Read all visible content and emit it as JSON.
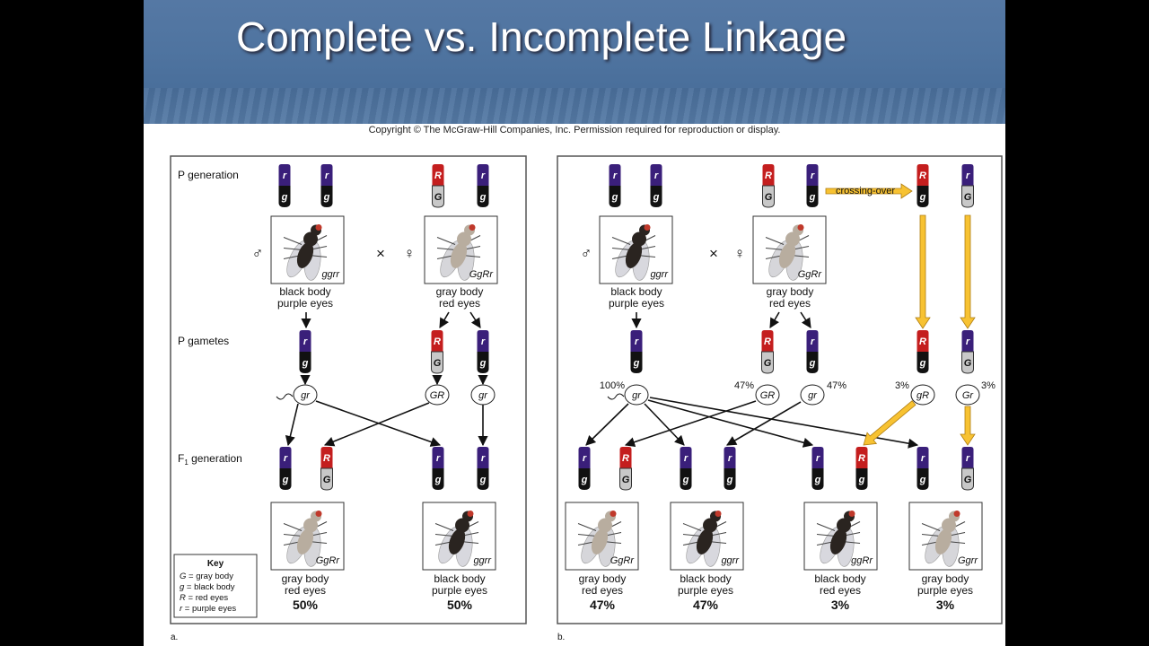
{
  "title": "Complete vs. Incomplete Linkage",
  "copyright": "Copyright © The McGraw-Hill Companies, Inc. Permission required for reproduction or display.",
  "panel_a": {
    "label": "a.",
    "row_labels": {
      "p_generation": "P generation",
      "p_gametes": "P gametes",
      "f1_prefix": "F",
      "f1_sub": "1",
      "f1_suffix": " generation"
    },
    "male_symbol": "♂",
    "female_symbol": "♀",
    "cross_symbol": "×",
    "parent_male": {
      "genotype": "ggrr",
      "pheno1": "black body",
      "pheno2": "purple eyes"
    },
    "parent_female": {
      "genotype": "GgRr",
      "pheno1": "gray body",
      "pheno2": "red eyes"
    },
    "gametes": [
      "gr",
      "GR",
      "gr"
    ],
    "offspring": [
      {
        "genotype": "GgRr",
        "pheno1": "gray body",
        "pheno2": "red eyes",
        "percent": "50%"
      },
      {
        "genotype": "ggrr",
        "pheno1": "black body",
        "pheno2": "purple eyes",
        "percent": "50%"
      }
    ],
    "key": {
      "title": "Key",
      "entries": [
        {
          "sym": "G",
          "text": " = gray body"
        },
        {
          "sym": "g",
          "text": " = black body"
        },
        {
          "sym": "R",
          "text": " = red eyes"
        },
        {
          "sym": "r",
          "text": " = purple eyes"
        }
      ]
    }
  },
  "panel_b": {
    "label": "b.",
    "crossing_over": "crossing-over",
    "male_symbol": "♂",
    "female_symbol": "♀",
    "cross_symbol": "×",
    "parent_male": {
      "genotype": "ggrr",
      "pheno1": "black body",
      "pheno2": "purple eyes"
    },
    "parent_female": {
      "genotype": "GgRr",
      "pheno1": "gray body",
      "pheno2": "red eyes"
    },
    "gametes": [
      {
        "label": "gr",
        "percent": "100%"
      },
      {
        "label": "GR",
        "percent": "47%"
      },
      {
        "label": "gr",
        "percent": "47%"
      },
      {
        "label": "gR",
        "percent": "3%"
      },
      {
        "label": "Gr",
        "percent": "3%"
      }
    ],
    "offspring": [
      {
        "genotype": "GgRr",
        "pheno1": "gray body",
        "pheno2": "red eyes",
        "percent": "47%"
      },
      {
        "genotype": "ggrr",
        "pheno1": "black body",
        "pheno2": "purple eyes",
        "percent": "47%"
      },
      {
        "genotype": "ggRr",
        "pheno1": "black body",
        "pheno2": "red eyes",
        "percent": "3%"
      },
      {
        "genotype": "Ggrr",
        "pheno1": "gray body",
        "pheno2": "purple eyes",
        "percent": "3%"
      }
    ]
  },
  "allele_labels": {
    "r": "r",
    "R": "R",
    "g": "g",
    "G": "G"
  },
  "colors": {
    "purple": "#3a1f7a",
    "red": "#c41e1e",
    "black": "#111111",
    "gray": "#c8c8c8",
    "arrow_yellow": "#f7c232",
    "banner": "#4f74a0"
  }
}
